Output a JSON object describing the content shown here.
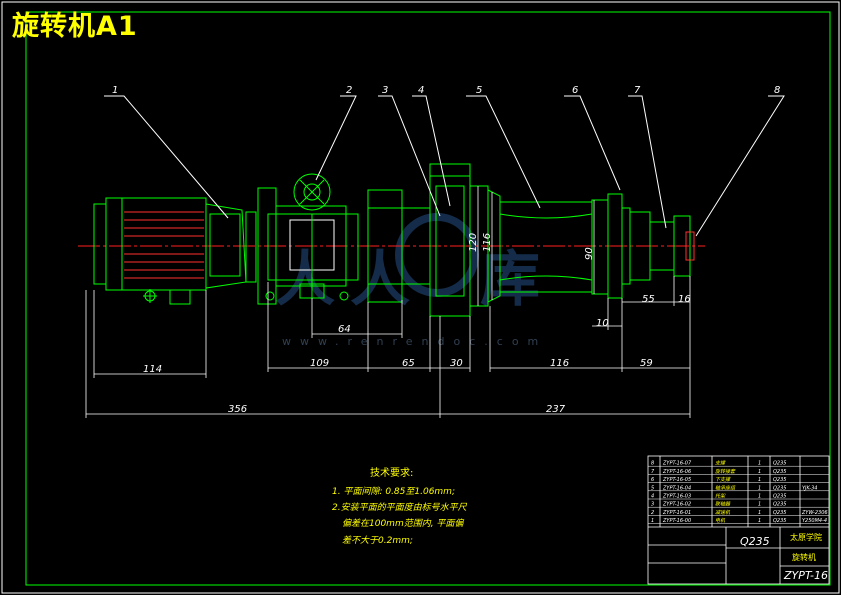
{
  "drawing": {
    "title": "旋转机A1",
    "watermark": "www.renrendoc.com"
  },
  "part_labels": [
    "1",
    "2",
    "3",
    "4",
    "5",
    "6",
    "7",
    "8"
  ],
  "dimensions": {
    "d114": "114",
    "d64": "64",
    "d109": "109",
    "d65": "65",
    "d30": "30",
    "d116h": "116",
    "d59": "59",
    "d356": "356",
    "d237": "237",
    "d120": "120",
    "d116v": "116",
    "d90": "90",
    "d10": "10",
    "d55": "55",
    "d16": "16"
  },
  "notes": {
    "heading": "技术要求:",
    "line1": "1. 平面间隙: 0.85至1.06mm;",
    "line2": "2.安装平面的平面度由标号水平尺",
    "line3": "偏差在100mm范围内, 平面偏",
    "line4": "差不大于0.2mm;"
  },
  "bom": [
    {
      "no": "8",
      "code": "ZYPT-16-07",
      "name": "支撑",
      "qty": "1",
      "mat": "Q235",
      "note": ""
    },
    {
      "no": "7",
      "code": "ZYPT-16-06",
      "name": "旋转接套",
      "qty": "1",
      "mat": "Q235",
      "note": ""
    },
    {
      "no": "6",
      "code": "ZYPT-16-05",
      "name": "下支撑",
      "qty": "1",
      "mat": "Q235",
      "note": ""
    },
    {
      "no": "5",
      "code": "ZYPT-16-04",
      "name": "轴承座组",
      "qty": "1",
      "mat": "Q235",
      "note": "YJK-34"
    },
    {
      "no": "4",
      "code": "ZYPT-16-03",
      "name": "托架",
      "qty": "1",
      "mat": "Q235",
      "note": ""
    },
    {
      "no": "3",
      "code": "ZYPT-16-02",
      "name": "联轴器",
      "qty": "1",
      "mat": "Q235",
      "note": ""
    },
    {
      "no": "2",
      "code": "ZYPT-16-01",
      "name": "减速机",
      "qty": "1",
      "mat": "Q235",
      "note": "ZYW-2306"
    },
    {
      "no": "1",
      "code": "ZYPT-16-00",
      "name": "电机",
      "qty": "1",
      "mat": "Q235",
      "note": "Y250M4-4"
    }
  ],
  "title_block": {
    "material": "Q235",
    "company": "太原学院",
    "drawing_name": "旋转机",
    "drawing_no": "ZYPT-16"
  }
}
